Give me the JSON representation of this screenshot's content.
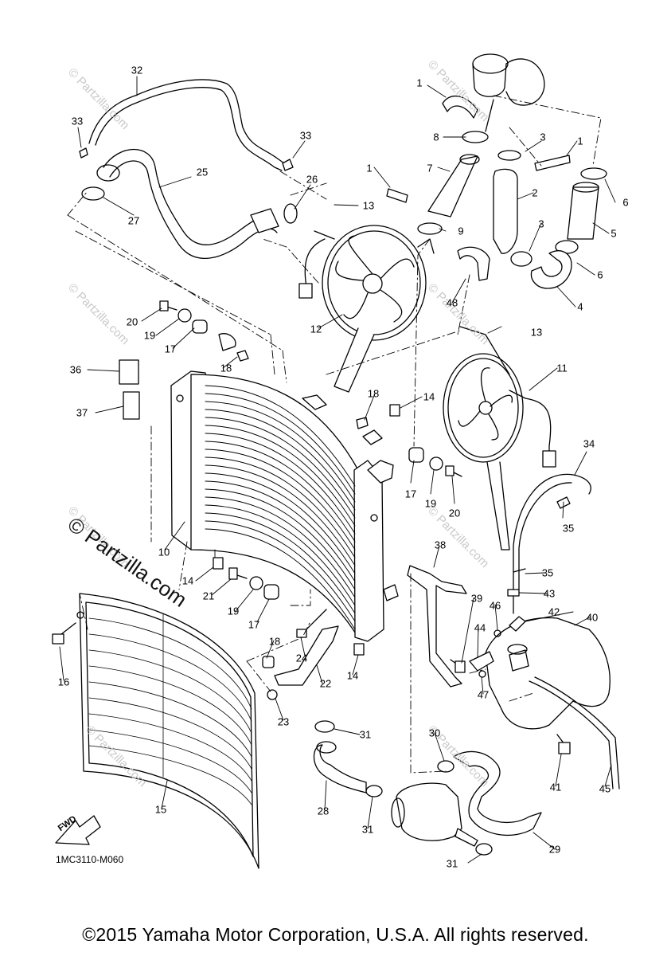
{
  "diagram_code": "1MC3110-M060",
  "copyright": "©2015 Yamaha Motor Corporation, U.S.A. All rights reserved.",
  "watermark": "© Partzilla.com",
  "fwd_label": "FWD",
  "callouts": {
    "c1a": "1",
    "c1b": "1",
    "c1c": "1",
    "c2": "2",
    "c3a": "3",
    "c3b": "3",
    "c4": "4",
    "c5": "5",
    "c6a": "6",
    "c6b": "6",
    "c7": "7",
    "c8": "8",
    "c9": "9",
    "c10": "10",
    "c11": "11",
    "c12": "12",
    "c13a": "13",
    "c13b": "13",
    "c14a": "14",
    "c14b": "14",
    "c14c": "14",
    "c15": "15",
    "c16": "16",
    "c17a": "17",
    "c17b": "17",
    "c17c": "17",
    "c18a": "18",
    "c18b": "18",
    "c18c": "18",
    "c19a": "19",
    "c19b": "19",
    "c19c": "19",
    "c20a": "20",
    "c20b": "20",
    "c21": "21",
    "c22": "22",
    "c23": "23",
    "c24": "24",
    "c25": "25",
    "c26": "26",
    "c27": "27",
    "c28": "28",
    "c29": "29",
    "c30": "30",
    "c31a": "31",
    "c31b": "31",
    "c31c": "31",
    "c32": "32",
    "c33a": "33",
    "c33b": "33",
    "c34": "34",
    "c35a": "35",
    "c35b": "35",
    "c36": "36",
    "c37": "37",
    "c38": "38",
    "c39": "39",
    "c40": "40",
    "c41": "41",
    "c42": "42",
    "c43": "43",
    "c44": "44",
    "c45": "45",
    "c46": "46",
    "c47": "47",
    "c48": "48"
  },
  "colors": {
    "line": "#000000",
    "watermark": "#c9c9c9",
    "background": "#ffffff"
  }
}
